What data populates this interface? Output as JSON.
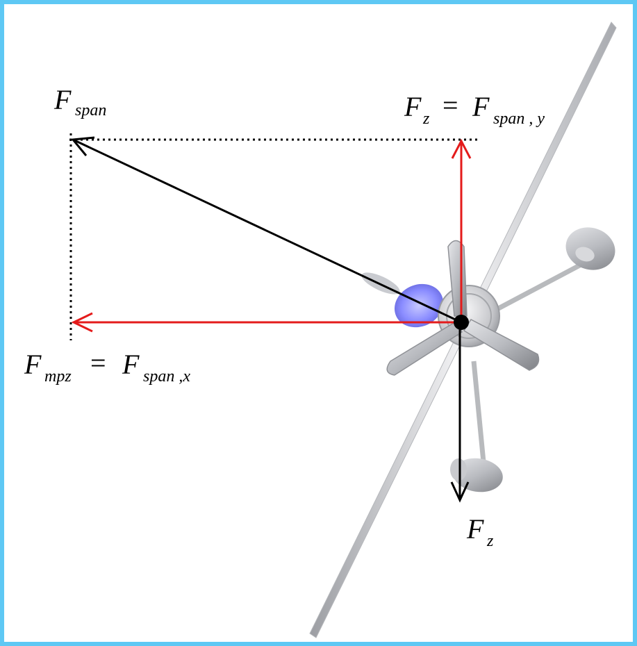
{
  "labels": {
    "f_span": {
      "main": "F",
      "sub": "span"
    },
    "f_z_top": {
      "main": "F",
      "sub": "z",
      "eq": "=",
      "rhs_main": "F",
      "rhs_sub": "span , y"
    },
    "f_mpz": {
      "main": "F",
      "sub": "mpz",
      "eq": "=",
      "rhs_main": "F",
      "rhs_sub": "span ,x"
    },
    "f_z_bottom": {
      "main": "F",
      "sub": "z"
    }
  },
  "colors": {
    "border": "#5ec8f4",
    "red_arrow": "#e41b1b",
    "black_arrow": "#000000",
    "engine_cowl": "#8a8cff"
  }
}
